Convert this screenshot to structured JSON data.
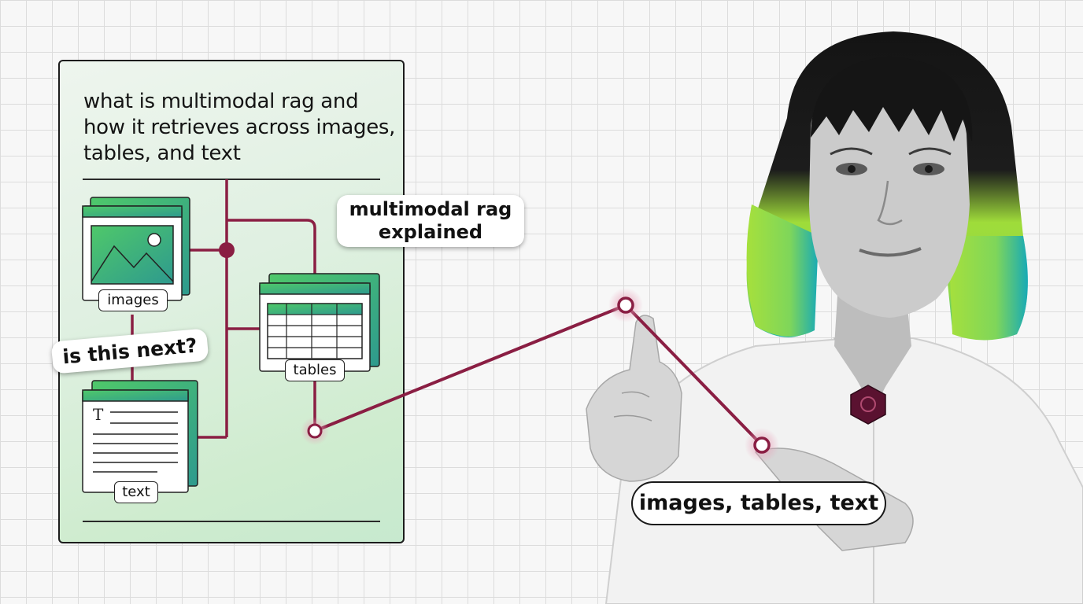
{
  "card": {
    "title": "what is multimodal rag and how it retrieves across images, tables, and text"
  },
  "labels": {
    "images": "images",
    "tables": "tables",
    "text": "text",
    "text_icon_glyph": "T"
  },
  "stickers": {
    "explained": "multimodal rag explained",
    "next": "is this next?"
  },
  "pill": {
    "label": "images, tables, text"
  },
  "colors": {
    "connector": "#8a1e43",
    "glow": "#e8a0b8",
    "thumb_green": "#4fc86a",
    "thumb_teal": "#2e9a8e"
  }
}
